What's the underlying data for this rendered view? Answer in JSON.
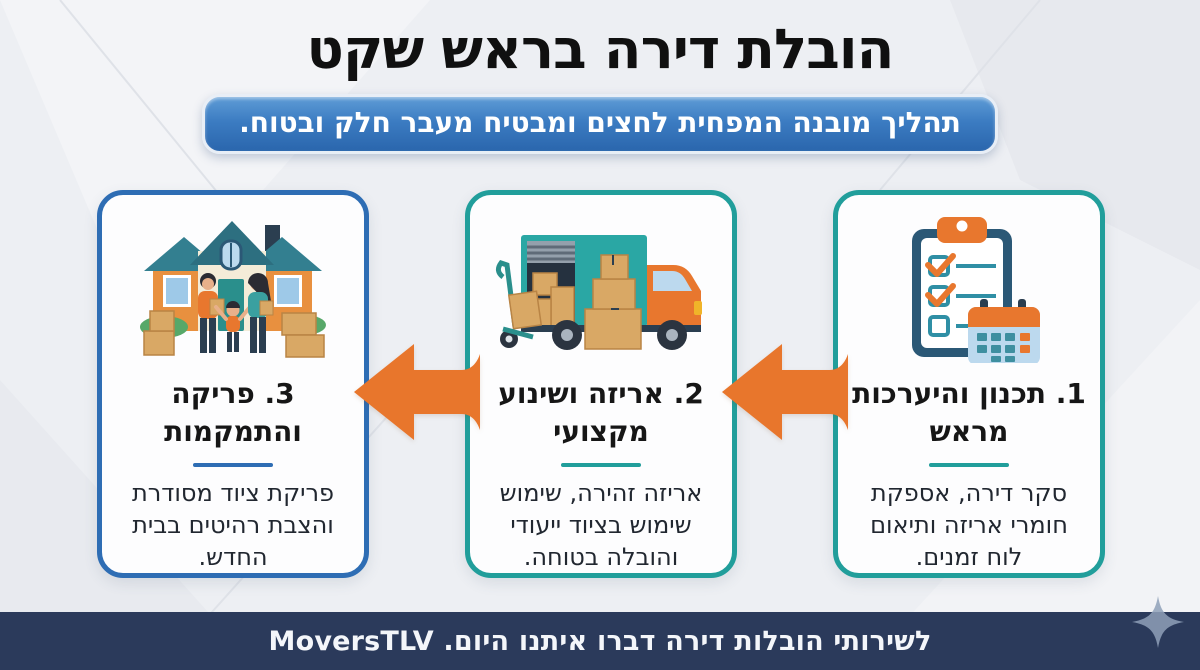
{
  "page": {
    "title": "הובלת דירה בראש שקט",
    "subtitle": "תהליך מובנה המפחית לחצים ומבטיח מעבר חלק ובטוח."
  },
  "steps": [
    {
      "number": "1",
      "icon": "clipboard-calendar-icon",
      "title": "1. תכנון והיערכות מראש",
      "description": "סקר דירה, אספקת חומרי אריזה ותיאום לוח זמנים.",
      "accent": "#219e9b"
    },
    {
      "number": "2",
      "icon": "moving-truck-icon",
      "title": "2. אריזה ושינוע מקצועי",
      "description": "אריזה זהירה, שימוש שימוש בציוד ייעודי והובלה בטוחה.",
      "accent": "#219e9b"
    },
    {
      "number": "3",
      "icon": "house-family-icon",
      "title": "3. פריקה והתמקמות",
      "description": "פריקת ציוד מסודרת והצבת רהיטים בבית החדש.",
      "accent": "#2e6db4"
    }
  ],
  "footer": {
    "text": "לשירותי הובלות דירה דברו איתנו היום. MoversTLV"
  },
  "colors": {
    "background": "#edeff3",
    "accent_teal": "#219e9b",
    "accent_blue": "#2e6db4",
    "arrow_orange": "#e8762c",
    "footer_navy": "#2b3a5b",
    "pill_blue": "#3c7cc2",
    "sparkle_gray": "#8fa0b8"
  }
}
